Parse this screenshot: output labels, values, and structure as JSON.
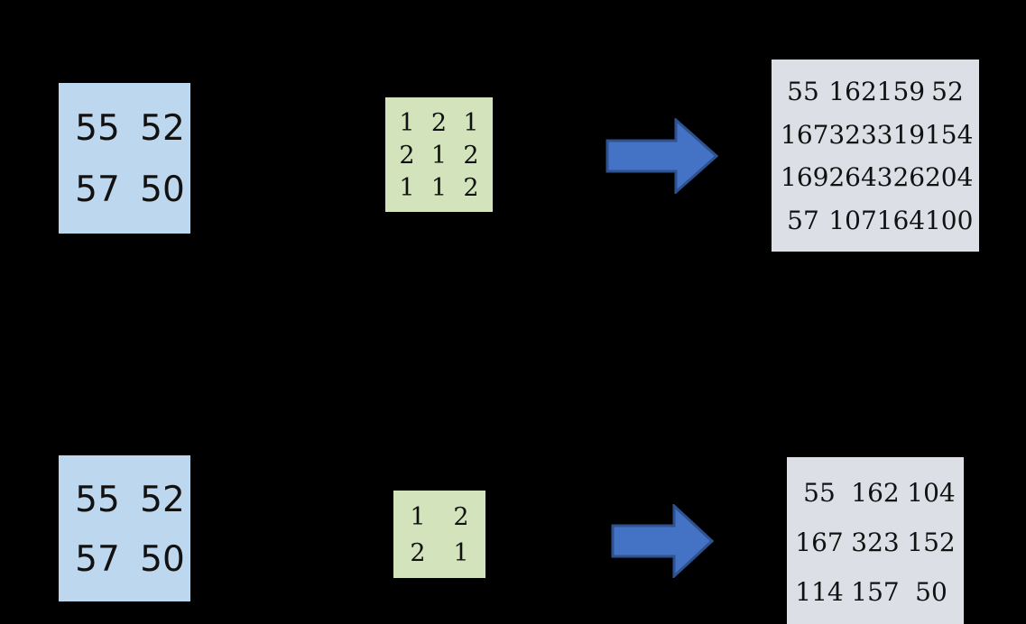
{
  "diagram": {
    "title": "2D convolution of a 2x2 input with two kernels",
    "background_color": "#000000",
    "input_color": "#bdd7ee",
    "kernel_color": "#d3e4bc",
    "output_color": "#dce0e6",
    "arrow_fill": "#4472c4",
    "arrow_border": "#2f528f"
  },
  "rows": [
    {
      "id": "top",
      "input": {
        "label": "input-matrix",
        "rows": 2,
        "cols": 2,
        "values": [
          [
            "55",
            "52"
          ],
          [
            "57",
            "50"
          ]
        ]
      },
      "kernel": {
        "label": "kernel-matrix",
        "rows": 3,
        "cols": 3,
        "values": [
          [
            "1",
            "2",
            "1"
          ],
          [
            "2",
            "1",
            "2"
          ],
          [
            "1",
            "1",
            "2"
          ]
        ]
      },
      "arrow": {
        "icon": "right-block-arrow-icon"
      },
      "output": {
        "label": "output-matrix",
        "rows": 4,
        "cols": 4,
        "values": [
          [
            "55",
            "162",
            "159",
            "52"
          ],
          [
            "167",
            "323",
            "319",
            "154"
          ],
          [
            "169",
            "264",
            "326",
            "204"
          ],
          [
            "57",
            "107",
            "164",
            "100"
          ]
        ]
      }
    },
    {
      "id": "bottom",
      "input": {
        "label": "input-matrix",
        "rows": 2,
        "cols": 2,
        "values": [
          [
            "55",
            "52"
          ],
          [
            "57",
            "50"
          ]
        ]
      },
      "kernel": {
        "label": "kernel-matrix",
        "rows": 2,
        "cols": 2,
        "values": [
          [
            "1",
            "2"
          ],
          [
            "2",
            "1"
          ]
        ]
      },
      "arrow": {
        "icon": "right-block-arrow-icon"
      },
      "output": {
        "label": "output-matrix",
        "rows": 3,
        "cols": 3,
        "values": [
          [
            "55",
            "162",
            "104"
          ],
          [
            "167",
            "323",
            "152"
          ],
          [
            "114",
            "157",
            "50"
          ]
        ]
      }
    }
  ]
}
